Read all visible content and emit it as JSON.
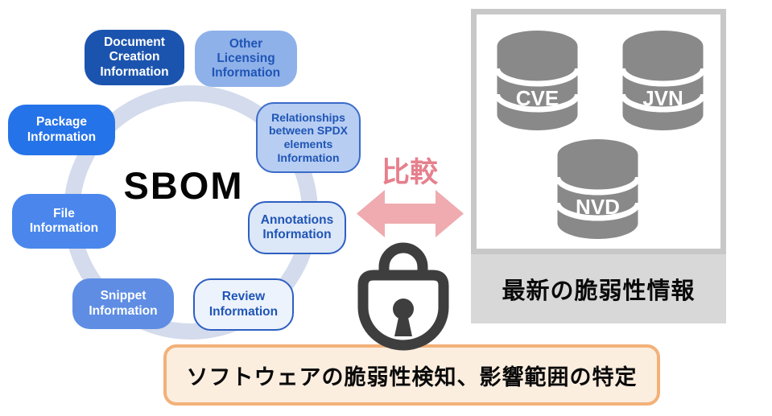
{
  "sbom": {
    "label": "SBOM"
  },
  "nodes": [
    {
      "id": "document-creation",
      "label": "Document\nCreation\nInformation",
      "bg": "#1B54AE",
      "text_color": "#FFFFFF"
    },
    {
      "id": "other-licensing",
      "label": "Other\nLicensing\nInformation",
      "bg": "#8FB1E9",
      "text_color": "#1F55B5"
    },
    {
      "id": "relationships",
      "label": "Relationships\nbetween SPDX\nelements\nInformation",
      "bg": "#B7CDF2",
      "text_color": "#1F55B5"
    },
    {
      "id": "package",
      "label": "Package\nInformation",
      "bg": "#2573E8",
      "text_color": "#FFFFFF"
    },
    {
      "id": "annotations",
      "label": "Annotations\nInformation",
      "bg": "#DCE7F8",
      "text_color": "#1F55B5"
    },
    {
      "id": "file",
      "label": "File\nInformation",
      "bg": "#4A86EC",
      "text_color": "#FFFFFF"
    },
    {
      "id": "snippet",
      "label": "Snippet\nInformation",
      "bg": "#5E8DE3",
      "text_color": "#FFFFFF"
    },
    {
      "id": "review",
      "label": "Review\nInformation",
      "bg": "#EDF3FC",
      "text_color": "#1F55B5"
    }
  ],
  "comparison": {
    "label": "比較",
    "label_color": "#E6808D",
    "arrow_color": "#EFABAF"
  },
  "lock": {
    "color": "#3E3E3E"
  },
  "vulnerability_panel": {
    "databases": [
      {
        "name": "CVE"
      },
      {
        "name": "JVN"
      },
      {
        "name": "NVD"
      }
    ],
    "caption": "最新の脆弱性情報",
    "cylinder_color": "#898989",
    "caption_bg": "#D8D8D8",
    "border_color": "#C8C8C8"
  },
  "banner": {
    "text": "ソフトウェアの脆弱性検知、影響範囲の特定",
    "bg": "#FCEEDF",
    "border_color": "#F2B179"
  },
  "ring_color": "#D3DBEC"
}
